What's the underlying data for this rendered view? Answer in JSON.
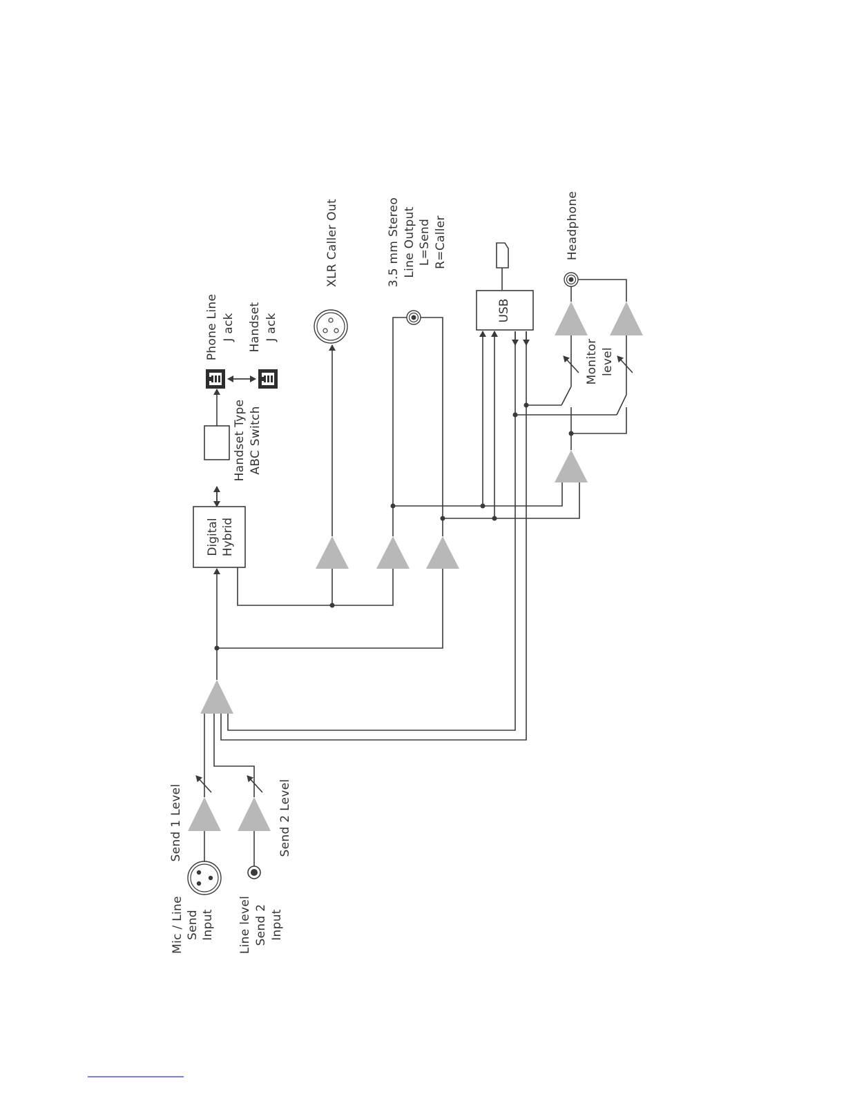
{
  "labels": {
    "mic_line_send_input": [
      "Mic / Line",
      "Send",
      "Input"
    ],
    "line_level_send2_input": [
      "Line level",
      "Send 2",
      "Input"
    ],
    "send1_level": "Send 1 Level",
    "send2_level": "Send 2 Level",
    "digital_hybrid": [
      "Digital",
      "Hybrid"
    ],
    "handset_type_switch": [
      "Handset Type",
      "ABC Switch"
    ],
    "phone_line_jack": [
      "Phone Line",
      "J ack"
    ],
    "handset_jack": [
      "Handset",
      "J ack"
    ],
    "xlr_caller_out": "XLR Caller Out",
    "stereo_line_output": [
      "3.5 mm Stereo",
      "Line Output",
      "L=Send",
      "R=Caller"
    ],
    "usb": "USB",
    "headphone": "Headphone",
    "monitor_level": [
      "Monitor",
      "level"
    ]
  },
  "colors": {
    "amplifier": "#b8b8b8",
    "wire": "#3a3a3a",
    "text": "#333333",
    "footer_rule": "#2a2aff"
  },
  "icons": {
    "xlr_input": "xlr-connector-icon",
    "line_input": "mini-jack-icon",
    "phone_jack": "rj-jack-icon",
    "handset_jack": "rj-jack-icon",
    "xlr_output": "xlr-connector-icon",
    "stereo_jack": "mini-jack-icon",
    "usb_port": "usb-port-icon",
    "headphone_jack": "mini-jack-icon"
  }
}
